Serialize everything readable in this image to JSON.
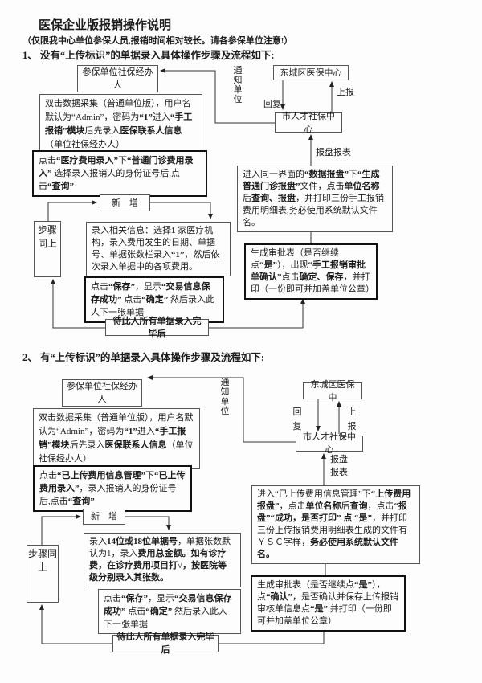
{
  "doc": {
    "title": "医保企业版报销操作说明",
    "subtitle": "（仅限我中心单位参保人员,报销时间相对较长。请各参保单位注意!）"
  },
  "s1": {
    "heading": "1、 没有“上传标识”的单据录入具体操作步骤及流程如下:",
    "agent_box": "参保单位社保经办人",
    "collect_box": [
      {
        "t": "双击数据采集（普通单位版），用户名默认为“Admin”，密码为"
      },
      {
        "t": "“1”",
        "b": true
      },
      {
        "t": "进入"
      },
      {
        "t": "“手工报销”模块",
        "b": true
      },
      {
        "t": "后先录入"
      },
      {
        "t": "医保联系人信息",
        "b": true
      },
      {
        "t": "（单位社保经办人）"
      }
    ],
    "menu_box": [
      {
        "t": "点击"
      },
      {
        "t": "“医疗费用录入”",
        "b": true
      },
      {
        "t": "下"
      },
      {
        "t": "“普通门诊费用录入”",
        "b": true
      },
      {
        "t": " 选择录入报销人的身份证号后,点击"
      },
      {
        "t": "“查询”",
        "b": true
      }
    ],
    "add_box": "新　增",
    "steps_box": "步骤同上",
    "detail_box": [
      {
        "t": "录入相关信息：选择"
      },
      {
        "t": "1",
        "b": true
      },
      {
        "t": " 家医疗机构，录入费用发生的日期、单据号、单据张数栏录入"
      },
      {
        "t": "“1”",
        "b": true
      },
      {
        "t": "，然后依次录入单据中的各项费用。"
      }
    ],
    "save_box": [
      {
        "t": "点击"
      },
      {
        "t": "“保存”",
        "b": true
      },
      {
        "t": "，显示"
      },
      {
        "t": "“交易信息保存成功”",
        "b": true
      },
      {
        "t": " 点击"
      },
      {
        "t": "“确定”",
        "b": true
      },
      {
        "t": " 然后录入此人下一张单据"
      }
    ],
    "wait_box": "待此人所有单据录入完毕后",
    "district_box": "东城区医保中心",
    "city_box": "市人才社保中心",
    "disk_box": [
      {
        "t": "进入同一界面的"
      },
      {
        "t": "“数据报盘”",
        "b": true
      },
      {
        "t": "下"
      },
      {
        "t": "“生成普通门诊报盘”",
        "b": true
      },
      {
        "t": "文件，点击"
      },
      {
        "t": "单位名称",
        "b": true
      },
      {
        "t": "后"
      },
      {
        "t": "查询、报盘",
        "b": true
      },
      {
        "t": "，并打印三份手工报销费用明细表,务必使用系统默认文件名。"
      }
    ],
    "approve_box": [
      {
        "t": "生成审批表（是否继续点"
      },
      {
        "t": "“是”",
        "b": true
      },
      {
        "t": "），出现"
      },
      {
        "t": "“手工报销审批单确认”",
        "b": true
      },
      {
        "t": "点击"
      },
      {
        "t": "确定、保存",
        "b": true
      },
      {
        "t": "，并打印（一份即可并加盖单位公章）"
      }
    ],
    "labels": {
      "notify": "通知单位",
      "reply": "回复",
      "report": "上报",
      "disk_report": "报盘报表"
    }
  },
  "s2": {
    "heading": "2、 有“上传标识”的单据录入具体操作步骤及流程如下:",
    "agent_box": "参保单位社保经办人",
    "collect_box": [
      {
        "t": "双击数据采集（普通单位版），用户名默认为“Admin”，密码为"
      },
      {
        "t": "“1”",
        "b": true
      },
      {
        "t": "进入"
      },
      {
        "t": "“手工报销”模块",
        "b": true
      },
      {
        "t": "后先录入"
      },
      {
        "t": "医保联系人信息",
        "b": true
      },
      {
        "t": "（单位社保经办人）"
      }
    ],
    "menu_box": [
      {
        "t": "点击"
      },
      {
        "t": "“已上传费用信息管理”",
        "b": true
      },
      {
        "t": "下"
      },
      {
        "t": "“已上传费用录入”",
        "b": true
      },
      {
        "t": "，录入报销人的身份证号后,点击"
      },
      {
        "t": "“查询”",
        "b": true
      }
    ],
    "add_box": "新　增",
    "steps_box": "步骤同上",
    "detail_box": [
      {
        "t": "录入"
      },
      {
        "t": "14位或18位单据号",
        "b": true
      },
      {
        "t": "，单据张数默认为1，录入"
      },
      {
        "t": "费用总金额。如有诊疗费，在诊疗费用项目打√，按医院等级分别录入其张数。",
        "b": true
      }
    ],
    "save_box": [
      {
        "t": "点击"
      },
      {
        "t": "“保存”",
        "b": true
      },
      {
        "t": "，显示"
      },
      {
        "t": "“交易信息保存成功”",
        "b": true
      },
      {
        "t": " 点击"
      },
      {
        "t": "“确定”",
        "b": true
      },
      {
        "t": " 然后录入此人下一张单据"
      }
    ],
    "wait_box": "待此人所有单据录入完毕后",
    "district_box": "东城区医保中",
    "city_box": "市人才社保中心",
    "disk_box": [
      {
        "t": "进入“已上传费用信息管理”下"
      },
      {
        "t": "“上传费用报盘”",
        "b": true
      },
      {
        "t": "，点击"
      },
      {
        "t": "单位名称",
        "b": true
      },
      {
        "t": "后"
      },
      {
        "t": "查询",
        "b": true
      },
      {
        "t": "，点击"
      },
      {
        "t": "“报盘”“成功，是否打印” 点 “是”",
        "b": true
      },
      {
        "t": "，并打印三份上传报销费用明细表生成的文件有ＹＳＣ字样，"
      },
      {
        "t": "务必使用系统默认文件名。",
        "b": true
      }
    ],
    "approve_box": [
      {
        "t": "生成审批表（是否继续点"
      },
      {
        "t": "“是”",
        "b": true
      },
      {
        "t": "），点"
      },
      {
        "t": "“确认”",
        "b": true
      },
      {
        "t": "，是否确认并保存上传报销审核单信息点"
      },
      {
        "t": "“是”",
        "b": true
      },
      {
        "t": " 并打印（一份即可并加盖单位公章）"
      }
    ],
    "labels": {
      "notify": "通知单位",
      "reply": "回复",
      "report": "上报",
      "disk_line1": "报盘",
      "disk_line2": "报表"
    }
  }
}
